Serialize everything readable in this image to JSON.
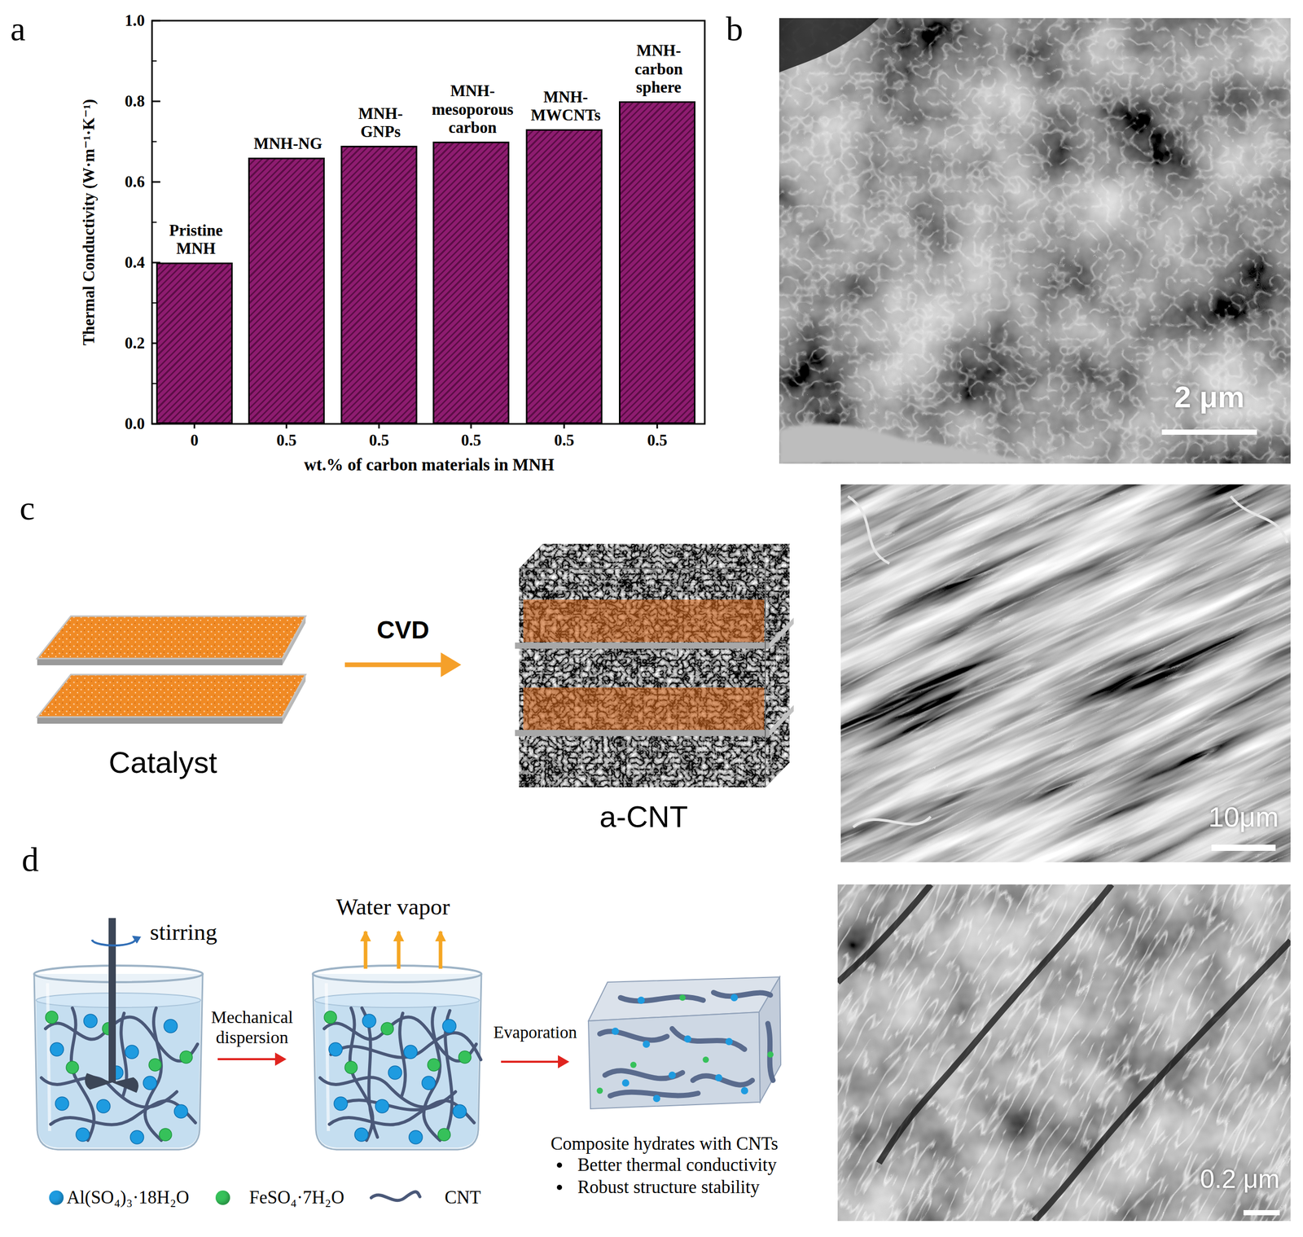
{
  "diagram": {
    "nodes": [
      {
        "text": [
          "Pristine MNH"
        ]
      },
      {
        "text": [
          "MNH-NG"
        ]
      },
      {
        "text": [
          "MNH- GNPs"
        ]
      },
      {
        "text": [
          "MNH- mesoporous carbon"
        ]
      },
      {
        "text": [
          "MNH- MWCNTs"
        ]
      },
      {
        "text": [
          "MNH- carbon sphere"
        ]
      },
      {
        "text": [
          "Catalyst"
        ]
      },
      {
        "text": [
          "a-CNT"
        ]
      },
      {
        "text": [
          "stirring"
        ]
      },
      {
        "text": [
          "Water vapor"
        ]
      },
      {
        "text": [
          "Composite hydrates with CNTs",
          "Better thermal conductivity",
          "Robust structure stability"
        ]
      }
    ],
    "edges": [
      {
        "from": 6,
        "to": 7,
        "label": "CVD",
        "arrow": "to"
      },
      {
        "from": 8,
        "to": 9,
        "label": "Mechanical dispersion",
        "arrow": "to"
      },
      {
        "from": 9,
        "to": 10,
        "label": "Evaporation",
        "arrow": "to"
      }
    ],
    "labels": [
      "a",
      "1.0",
      "0.8",
      "0.6",
      "0.4",
      "0.2",
      "0.0",
      "Thermal Conductivity (W·m⁻¹·K⁻¹)",
      "0",
      "0.5",
      "0.5",
      "0.5",
      "0.5",
      "0.5",
      "wt.% of carbon materials in MNH",
      "b",
      "2 μm",
      "c",
      "10μm",
      "d",
      "0.2 μm"
    ],
    "legend": [
      {
        "text": "Al(SO₄)₃·18H₂O",
        "color": "#1e9be0"
      },
      {
        "text": "FeSO₄·7H₂O",
        "color": "#36c15a"
      },
      {
        "text": "CNT"
      }
    ]
  }
}
